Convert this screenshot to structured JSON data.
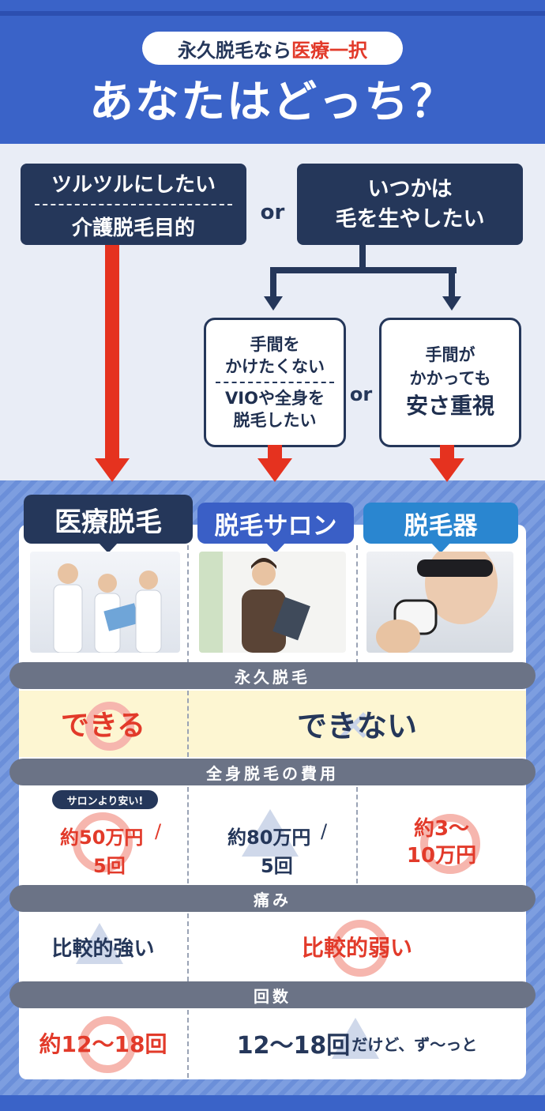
{
  "header": {
    "pill_prefix": "永久脱毛なら",
    "pill_highlight": "医療一択",
    "title": "あなたはどっち？"
  },
  "colors": {
    "primary_blue": "#3a63c8",
    "navy": "#25375a",
    "red": "#e5321f",
    "light_blue_tab": "#2a86d0"
  },
  "left_box": {
    "line1": "ツルツルにしたい",
    "line2": "介護脱毛目的"
  },
  "or_label": "or",
  "right_box": {
    "line1": "いつかは",
    "line2": "毛を生やしたい"
  },
  "choice_a": {
    "line1": "手間を",
    "line2": "かけたくない",
    "line3": "VIOや全身を",
    "line4": "脱毛したい"
  },
  "choice_b": {
    "line1": "手間が",
    "line2": "かかっても",
    "line3": "安さ重視"
  },
  "tabs": [
    {
      "label": "医療脱毛"
    },
    {
      "label": "脱毛サロン"
    },
    {
      "label": "脱毛器"
    }
  ],
  "rows": {
    "permanent": {
      "label": "永久脱毛",
      "medical": "できる",
      "others": "できない"
    },
    "cost": {
      "label": "全身脱毛の費用",
      "badge": "サロンより安い!",
      "medical_amount": "約50万円",
      "medical_sep": "/",
      "medical_times": "5回",
      "salon_amount": "約80万円",
      "salon_sep": "/",
      "salon_times": "5回",
      "device_line1": "約3〜",
      "device_line2": "10万円"
    },
    "pain": {
      "label": "痛み",
      "medical": "比較的強い",
      "others": "比較的弱い"
    },
    "count": {
      "label": "回数",
      "medical": "約12〜18回",
      "others_main": "12〜18回",
      "others_tail": "だけど、ず〜っと"
    }
  }
}
